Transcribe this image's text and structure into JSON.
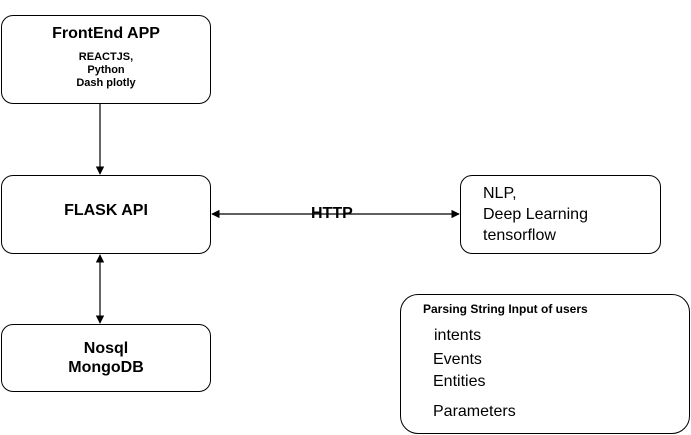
{
  "frontend": {
    "title": "FrontEnd APP",
    "lines": [
      "REACTJS,",
      "Python",
      "Dash plotly"
    ]
  },
  "flask": {
    "title": "FLASK API"
  },
  "nosql": {
    "lines": [
      "Nosql",
      "MongoDB"
    ]
  },
  "nlp": {
    "lines": [
      "NLP,",
      "Deep Learning",
      "tensorflow"
    ]
  },
  "http": {
    "label": "HTTP"
  },
  "parsing": {
    "title": "Parsing String Input of users",
    "items": [
      "intents",
      "Events",
      "Entities",
      "Parameters"
    ]
  },
  "colors": {
    "stroke": "#000000",
    "background": "#ffffff"
  }
}
